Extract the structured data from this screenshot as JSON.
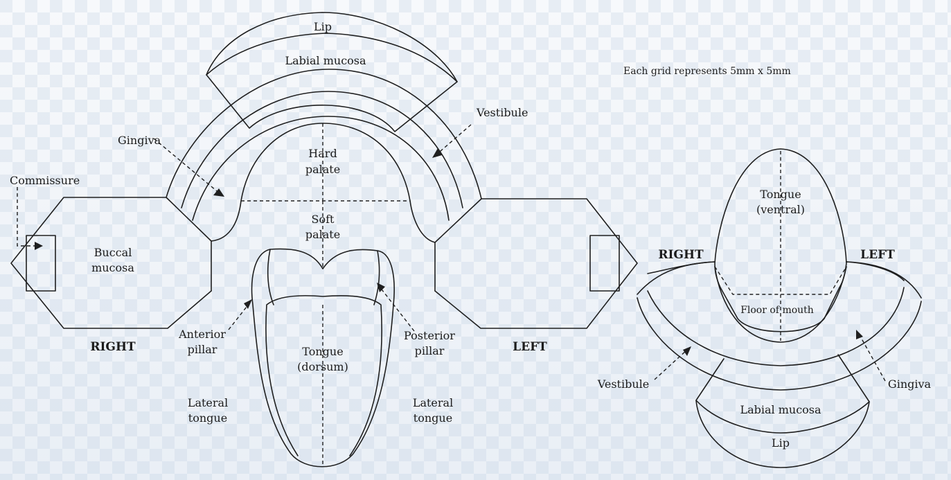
{
  "labels": {
    "lip": "Lip",
    "labial_mucosa": "Labial mucosa",
    "grid_note": "Each grid represents 5mm x 5mm",
    "vestibule": "Vestibule",
    "gingiva": "Gingiva",
    "hard_palate_1": "Hard",
    "hard_palate_2": "palate",
    "commissure": "Commissure",
    "buccal_mucosa_1": "Buccal",
    "buccal_mucosa_2": "mucosa",
    "soft_palate_1": "Soft",
    "soft_palate_2": "palate",
    "right": "RIGHT",
    "left": "LEFT",
    "anterior_pillar_1": "Anterior",
    "anterior_pillar_2": "pillar",
    "posterior_pillar_1": "Posterior",
    "posterior_pillar_2": "pillar",
    "tongue_dorsum_1": "Tongue",
    "tongue_dorsum_2": "(dorsum)",
    "lateral_tongue_1": "Lateral",
    "lateral_tongue_2": "tongue",
    "tongue_ventral_1": "Tongue",
    "tongue_ventral_2": "(ventral)",
    "floor_of_mouth": "Floor of mouth"
  },
  "colors": {
    "line": "#1f1f1f",
    "grid_light": "#f6f8fb",
    "grid_dark": "#e3eaf2"
  }
}
